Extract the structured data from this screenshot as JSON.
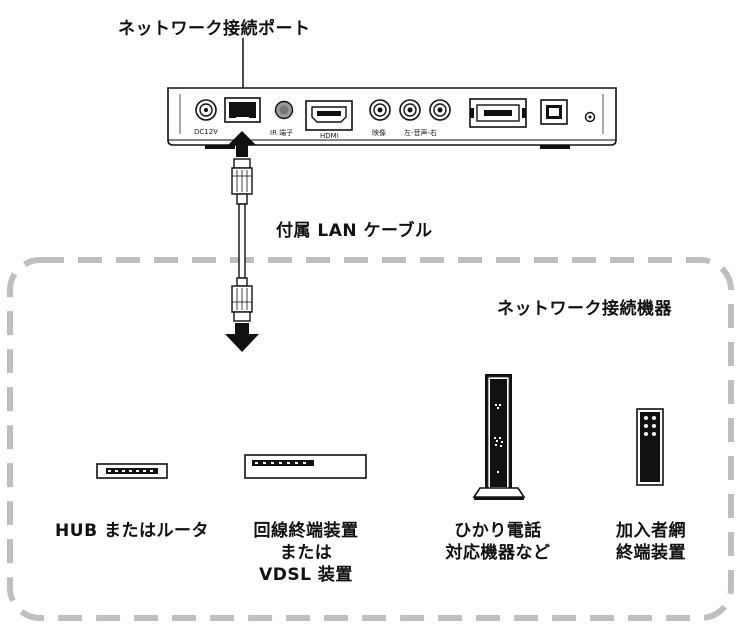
{
  "labels": {
    "network_port": "ネットワーク接続ポート",
    "lan_cable": "付属 LAN ケーブル",
    "network_devices": "ネットワーク接続機器"
  },
  "port_labels": {
    "dc": "DC12V",
    "ir": "IR 端子",
    "hdmi": "HDMI",
    "video": "映像",
    "audio": "左-音声-右"
  },
  "devices": {
    "hub": [
      "HUB またはルータ"
    ],
    "line_terminal": [
      "回線終端装置",
      "または",
      "VDSL 装置"
    ],
    "hikari_phone": [
      "ひかり電話",
      "対応機器など"
    ],
    "subscriber_terminal": [
      "加入者網",
      "終端装置"
    ]
  }
}
